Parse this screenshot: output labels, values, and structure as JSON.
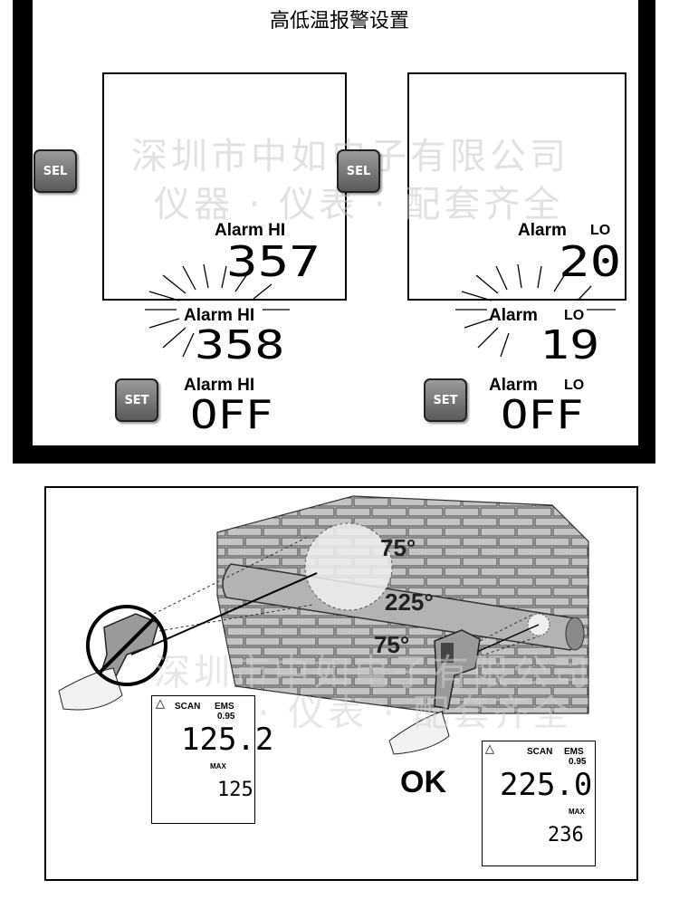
{
  "title": "高低温报警设置",
  "watermark": {
    "line1": "深圳市中如电子有限公司",
    "line2": "仪器 · 仪表 · 配套齐全"
  },
  "left": {
    "sel": "SEL",
    "set": "SET",
    "screen_label": "Alarm HI",
    "screen_value": "357",
    "blink_label": "Alarm HI",
    "blink_value": "358",
    "off_label": "Alarm HI",
    "off_value": "OFF"
  },
  "right": {
    "sel": "SEL",
    "set": "SET",
    "screen_label": "Alarm",
    "screen_tag": "LO",
    "screen_value": "20",
    "blink_label": "Alarm",
    "blink_tag": "LO",
    "blink_value": "19",
    "off_label": "Alarm",
    "off_tag": "LO",
    "off_value": "OFF"
  },
  "scene": {
    "temp_top": "75°",
    "temp_mid": "225°",
    "temp_bot": "75°",
    "ok": "OK",
    "lcd_left": {
      "scan": "SCAN",
      "ems": "EMS",
      "ems_val": "0.95",
      "value": "125.2",
      "max": "MAX",
      "sub": "125"
    },
    "lcd_right": {
      "scan": "SCAN",
      "ems": "EMS",
      "ems_val": "0.95",
      "value": "225.0",
      "max": "MAX",
      "sub": "236"
    }
  }
}
